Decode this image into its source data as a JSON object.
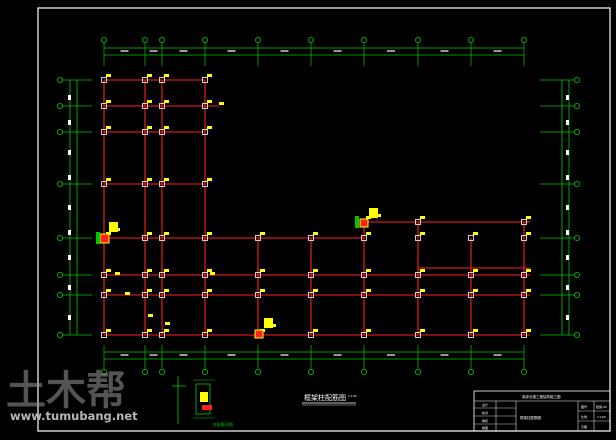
{
  "drawing": {
    "title": "框架柱配筋图",
    "title_suffix": "1:100",
    "detail_label": "柱配筋详图",
    "colors": {
      "background": "#000000",
      "frame": "#00c800",
      "axis": "#00c800",
      "beam": "#ff2020",
      "column": "#ffffff",
      "tag": "#ffff00",
      "highlight": "#ff2020",
      "titleblock": "#ffffff"
    }
  },
  "title_block": {
    "project": "某综合楼工程结构施工图",
    "drawing_name": "框架柱配筋图",
    "row_labels": [
      "设计",
      "校对",
      "审核",
      "制图"
    ],
    "right_labels": [
      "图号",
      "比例",
      "日期"
    ],
    "right_values": [
      "结施-05",
      "1:100",
      ""
    ]
  },
  "watermark": {
    "logo_text": "土木帮",
    "url": "www.tumubang.net"
  }
}
